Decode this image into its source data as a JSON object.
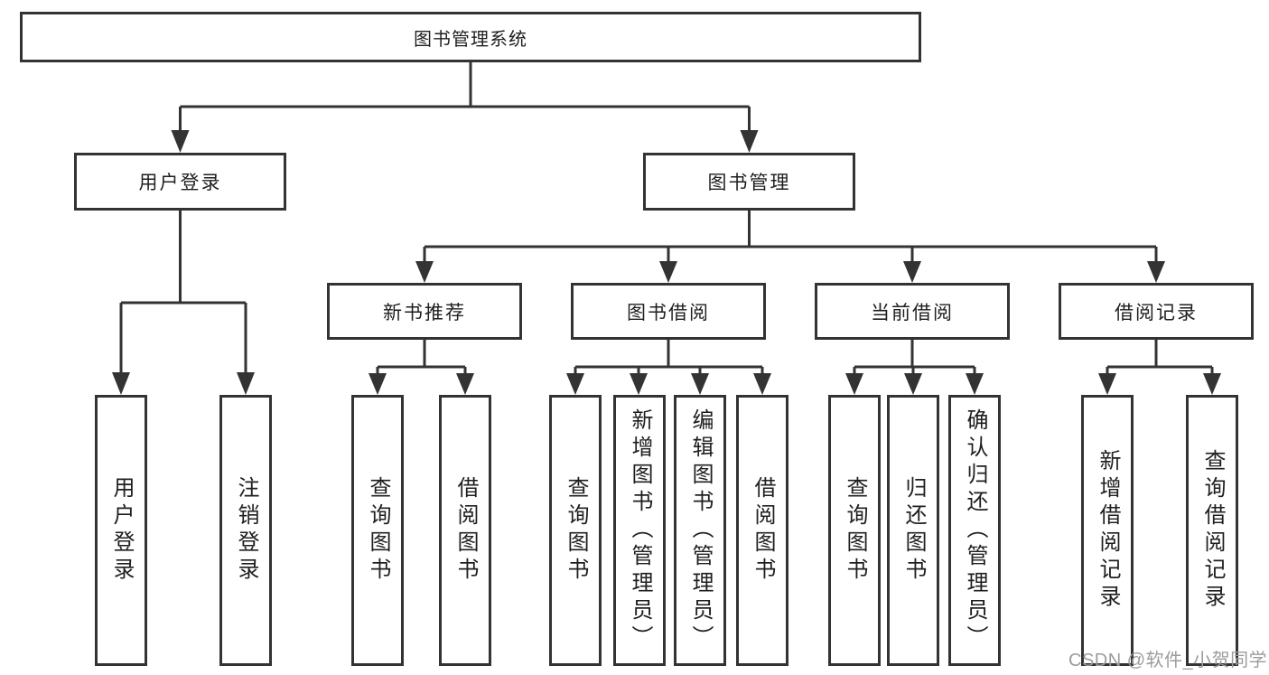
{
  "title": {
    "label": "图书管理系统"
  },
  "level2": [
    {
      "label": "用户登录"
    },
    {
      "label": "图书管理"
    }
  ],
  "level3": [
    {
      "label": "新书推荐"
    },
    {
      "label": "图书借阅"
    },
    {
      "label": "当前借阅"
    },
    {
      "label": "借阅记录"
    }
  ],
  "leaves": {
    "user_login": [
      {
        "label": "用户登录"
      },
      {
        "label": "注销登录"
      }
    ],
    "new_book": [
      {
        "label": "查询图书"
      },
      {
        "label": "借阅图书"
      }
    ],
    "book_borrow": [
      {
        "label": "查询图书"
      },
      {
        "label": "新增图书（管理员）"
      },
      {
        "label": "编辑图书（管理员）"
      },
      {
        "label": "借阅图书"
      }
    ],
    "current_borrow": [
      {
        "label": "查询图书"
      },
      {
        "label": "归还图书"
      },
      {
        "label": "确认归还（管理员）"
      }
    ],
    "borrow_record": [
      {
        "label": "新增借阅记录"
      },
      {
        "label": "查询借阅记录"
      }
    ]
  },
  "watermark": {
    "text": "CSDN @软件_小贺同学"
  },
  "colors": {
    "line": "#333333",
    "box_border": "#333333",
    "text": "#1f1f1f",
    "watermark": "#9c9c9c",
    "background": "#ffffff"
  }
}
